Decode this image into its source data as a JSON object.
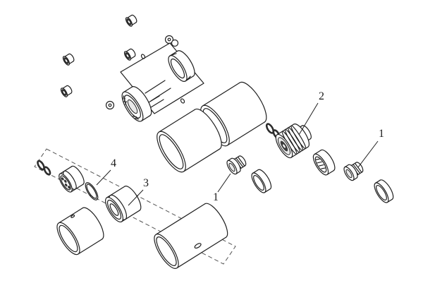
{
  "figure": {
    "type": "exploded-parts-diagram",
    "background": "#ffffff",
    "line_color": "#1f1f1f",
    "labels": {
      "cartridge_label": "2",
      "plug_right_label": "1",
      "plug_mid_label": "1",
      "seal_ring_label": "4",
      "sleeve_label": "3"
    }
  }
}
